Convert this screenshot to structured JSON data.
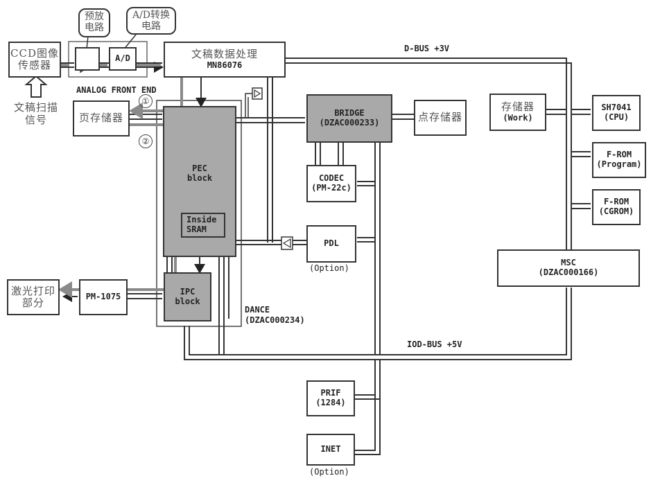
{
  "diagram": {
    "callouts": {
      "preamp": "预放\n电路",
      "adc": "A/D转换\n电路"
    },
    "labels": {
      "analog_front_end": "ANALOG FRONT END",
      "d_bus": "D-BUS +3V",
      "iod_bus": "IOD-BUS +5V",
      "dance": "DANCE",
      "dance_code": "(DZAC000234)",
      "scan_signal_line1": "文稿扫描",
      "scan_signal_line2": "信号",
      "path1": "①",
      "path2": "②",
      "pdl_option": "(Option)",
      "inet_option": "(Option)"
    },
    "blocks": {
      "ccd": {
        "line1": "CCD图像",
        "line2": "传感器"
      },
      "ad": {
        "label": "A/D"
      },
      "doc_proc": {
        "line1": "文稿数据处理",
        "line2": "MN86076"
      },
      "page_mem": {
        "label": "页存储器"
      },
      "pec": {
        "line1": "PEC",
        "line2": "block"
      },
      "sram": {
        "line1": "Inside",
        "line2": "SRAM"
      },
      "ipc": {
        "line1": "IPC",
        "line2": "block"
      },
      "bridge": {
        "line1": "BRIDGE",
        "line2": "(DZAC000233)"
      },
      "dot_mem": {
        "label": "点存储器"
      },
      "codec": {
        "line1": "CODEC",
        "line2": "(PM-22c)"
      },
      "pdl": {
        "label": "PDL"
      },
      "work_mem": {
        "line1": "存储器",
        "line2": "(Work)"
      },
      "cpu": {
        "line1": "SH7041",
        "line2": "(CPU)"
      },
      "from_prog": {
        "line1": "F-ROM",
        "line2": "(Program)"
      },
      "from_cg": {
        "line1": "F-ROM",
        "line2": "(CGROM)"
      },
      "msc": {
        "line1": "MSC",
        "line2": "(DZAC000166)"
      },
      "laser": {
        "line1": "激光打印",
        "line2": "部分"
      },
      "pm1075": {
        "label": "PM-1075"
      },
      "prif": {
        "line1": "PRIF",
        "line2": "(1284)"
      },
      "inet": {
        "label": "INET"
      }
    },
    "colors": {
      "gray_block": "#a9a9a9",
      "line": "#333333",
      "data_path": "#8a8a8a"
    }
  }
}
